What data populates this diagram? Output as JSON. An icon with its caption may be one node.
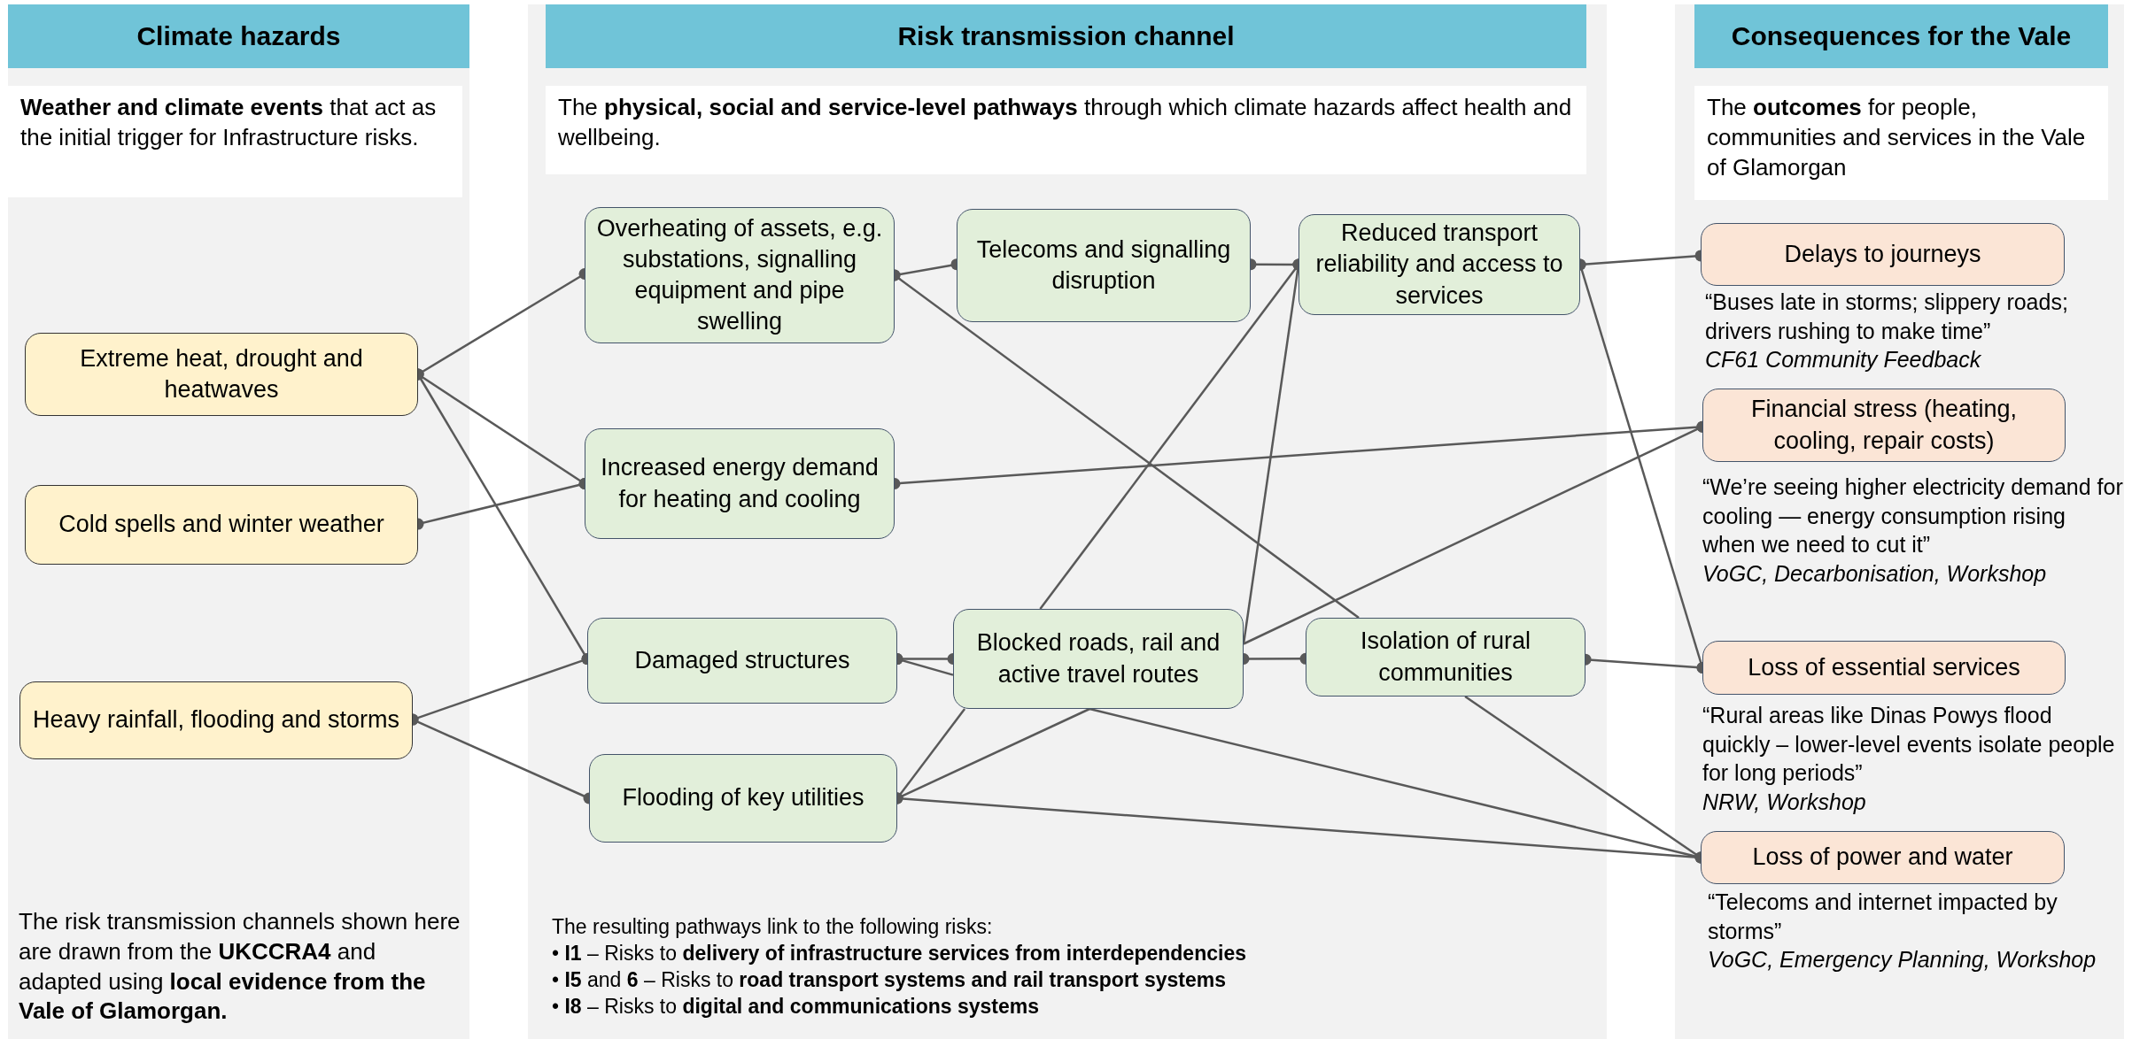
{
  "diagram": {
    "nodes": [
      {
        "text": [
          "Climate hazards",
          "**Weather and climate events** that act as the initial trigger for Infrastructure risks.",
          "The risk transmission channels shown here are drawn from the **UKCCRA4** and adapted using **local evidence from the Vale of Glamorgan.**"
        ]
      },
      {
        "text": [
          "Extreme heat, drought and heatwaves"
        ],
        "in": 0
      },
      {
        "text": [
          "Cold spells and winter weather"
        ],
        "in": 0
      },
      {
        "text": [
          "Heavy rainfall, flooding and storms"
        ],
        "in": 0
      },
      {
        "text": [
          "Risk transmission channel",
          "The **physical, social and service-level pathways** through which climate hazards affect health and wellbeing.",
          "The resulting pathways link to the following risks:",
          "• **I1** – Risks to **delivery of infrastructure services from interdependencies**",
          "• **I5** and **6** – Risks to **road transport systems and rail transport systems**",
          "• **I8** – Risks to **digital and communications systems**"
        ]
      },
      {
        "text": [
          "Overheating of assets, e.g. substations, signalling equipment and pipe swelling"
        ],
        "in": 4
      },
      {
        "text": [
          "Telecoms and signalling disruption"
        ],
        "in": 4
      },
      {
        "text": [
          "Reduced transport reliability and access to services"
        ],
        "in": 4
      },
      {
        "text": [
          "Increased energy demand for heating and cooling"
        ],
        "in": 4
      },
      {
        "text": [
          "Damaged structures"
        ],
        "in": 4
      },
      {
        "text": [
          "Blocked roads, rail and active travel routes"
        ],
        "in": 4
      },
      {
        "text": [
          "Isolation of rural communities"
        ],
        "in": 4
      },
      {
        "text": [
          "Flooding of key utilities"
        ],
        "in": 4
      },
      {
        "text": [
          "Consequences for the Vale",
          "The **outcomes** for people, communities and services in the Vale of Glamorgan"
        ]
      },
      {
        "text": [
          "Delays to journeys"
        ],
        "in": 13,
        "beside": [
          "“Buses late in storms; slippery roads; drivers rushing to make time”",
          "CF61 Community Feedback"
        ]
      },
      {
        "text": [
          "Financial stress (heating, cooling, repair costs)"
        ],
        "in": 13,
        "beside": [
          "“We’re seeing higher electricity demand for cooling — energy consumption rising when we need to cut it”",
          "VoGC, Decarbonisation, Workshop"
        ]
      },
      {
        "text": [
          "Loss of essential services"
        ],
        "in": 13,
        "beside": [
          "“Rural areas like Dinas Powys flood quickly – lower-level events isolate people for long periods”",
          "NRW, Workshop"
        ]
      },
      {
        "text": [
          "Loss of power and water"
        ],
        "in": 13,
        "beside": [
          "“Telecoms and internet impacted by storms”",
          "VoGC, Emergency Planning, Workshop"
        ]
      }
    ],
    "edges": [
      {
        "from": 1,
        "to": 5,
        "arrow": "other"
      },
      {
        "from": 1,
        "to": 8,
        "arrow": "other"
      },
      {
        "from": 1,
        "to": 9,
        "arrow": "other"
      },
      {
        "from": 2,
        "to": 8,
        "arrow": "other"
      },
      {
        "from": 3,
        "to": 9,
        "arrow": "other"
      },
      {
        "from": 3,
        "to": 12,
        "arrow": "other"
      },
      {
        "from": 5,
        "to": 6,
        "arrow": "other"
      },
      {
        "from": 5,
        "to": 11,
        "arrow": "other"
      },
      {
        "from": 6,
        "to": 7,
        "arrow": "other"
      },
      {
        "from": 7,
        "to": 14,
        "arrow": "other"
      },
      {
        "from": 7,
        "to": 16,
        "arrow": "other"
      },
      {
        "from": 8,
        "to": 15,
        "arrow": "other"
      },
      {
        "from": 9,
        "to": 10,
        "arrow": "other"
      },
      {
        "from": 9,
        "to": 10,
        "arrow": "other"
      },
      {
        "from": 10,
        "to": 7,
        "arrow": "other"
      },
      {
        "from": 10,
        "to": 7,
        "arrow": "other"
      },
      {
        "from": 10,
        "to": 11,
        "arrow": "other"
      },
      {
        "from": 10,
        "to": 15,
        "arrow": "other"
      },
      {
        "from": 10,
        "to": 17,
        "arrow": "other"
      },
      {
        "from": 11,
        "to": 16,
        "arrow": "other"
      },
      {
        "from": 11,
        "to": 17,
        "arrow": "other"
      },
      {
        "from": 12,
        "to": 10,
        "arrow": "other"
      },
      {
        "from": 12,
        "to": 10,
        "arrow": "other"
      },
      {
        "from": 12,
        "to": 17,
        "arrow": "other"
      }
    ]
  }
}
